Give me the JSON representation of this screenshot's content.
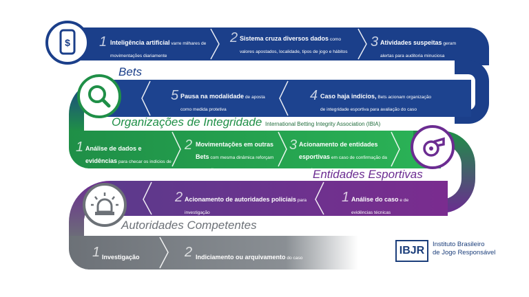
{
  "colors": {
    "bets": "#1b3f8a",
    "integrity": "#1f8f47",
    "sports": "#6b2c91",
    "authorities": "#6c7177",
    "label_blue": "#1b3f8a",
    "label_green": "#1f8f47",
    "label_purple": "#6b2c91",
    "label_gray": "#6c7177"
  },
  "bets": {
    "label": "Bets",
    "icon": "phone-dollar-icon",
    "steps": [
      {
        "num": "1",
        "bold": "Inteligência artificial",
        "rest": " varre milhares de movimentações diariamente"
      },
      {
        "num": "2",
        "bold": "Sistema cruza diversos dados",
        "rest": " como valores apostados, localidade, tipos de jogo e hábitos do apostador"
      },
      {
        "num": "3",
        "bold": "Atividades suspeitas",
        "rest": " geram alertas para auditoria minuciosa"
      },
      {
        "num": "4",
        "bold": "Caso haja indícios,",
        "rest": " Bets acionam organização de integridade esportiva para avaliação do caso"
      },
      {
        "num": "5",
        "bold": "Pausa na modalidade",
        "rest": " de aposta como medida protetiva"
      }
    ]
  },
  "integrity": {
    "label": "Organizações de Integridade",
    "sublabel": "International Betting Integrity Association (IBIA)",
    "icon": "magnifier-icon",
    "steps": [
      {
        "num": "1",
        "bold": "Análise de dados e evidências",
        "rest": " para checar os indícios de fraude"
      },
      {
        "num": "2",
        "bold": "Movimentações em outras Bets",
        "rest": " com mesma dinâmica reforçam a suspeita"
      },
      {
        "num": "3",
        "bold": "Acionamento de entidades esportivas",
        "rest": " em caso de confirmação da suspeita"
      }
    ]
  },
  "sports": {
    "label": "Entidades Esportivas",
    "icon": "whistle-icon",
    "steps": [
      {
        "num": "1",
        "bold": "Análise do caso",
        "rest": " e de evidências técnicas"
      },
      {
        "num": "2",
        "bold": "Acionamento de autoridades policiais",
        "rest": " para investigação"
      }
    ]
  },
  "authorities": {
    "label": "Autoridades Competentes",
    "icon": "siren-icon",
    "steps": [
      {
        "num": "1",
        "bold": "Investigação",
        "rest": ""
      },
      {
        "num": "2",
        "bold": "Indiciamento ou arquivamento",
        "rest": " do caso"
      }
    ]
  },
  "logo": {
    "mark": "IBJR",
    "line1": "Instituto Brasileiro",
    "line2": "de Jogo Responsável"
  }
}
